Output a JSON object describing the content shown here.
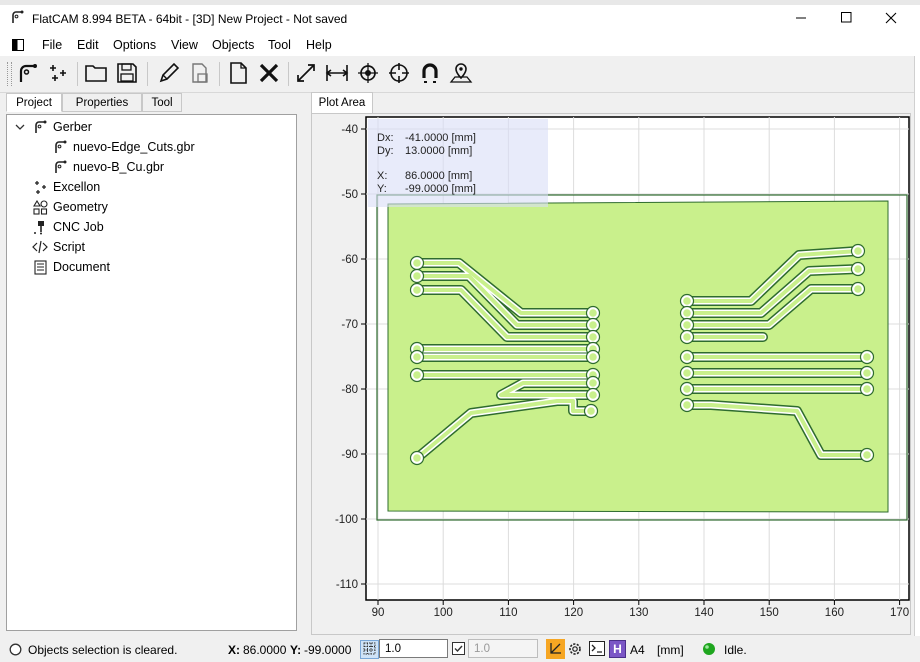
{
  "window": {
    "title": "FlatCAM 8.994 BETA - 64bit - [3D]   New Project - Not saved",
    "minimize_icon": "minimize-icon",
    "maximize_icon": "maximize-icon",
    "close_icon": "close-icon"
  },
  "menu": [
    "File",
    "Edit",
    "Options",
    "View",
    "Objects",
    "Tool",
    "Help"
  ],
  "toolbar": {
    "icons": [
      "gerber-icon",
      "excellon-icon",
      "open-folder-icon",
      "save-icon",
      "edit-pencil-icon",
      "save-copy-icon",
      "new-document-icon",
      "delete-x-icon",
      "zoom-fit-icon",
      "distance-icon",
      "snap-center-icon",
      "origin-icon",
      "magnet-icon",
      "location-pin-icon"
    ]
  },
  "left_panel": {
    "tabs": [
      "Project",
      "Properties",
      "Tool"
    ],
    "active_tab": "Project",
    "tree": {
      "gerber": {
        "label": "Gerber",
        "icon": "gerber-icon"
      },
      "gerber_children": [
        {
          "label": "nuevo-Edge_Cuts.gbr",
          "icon": "gerber-file-icon"
        },
        {
          "label": "nuevo-B_Cu.gbr",
          "icon": "gerber-file-icon"
        }
      ],
      "categories": [
        {
          "label": "Excellon",
          "icon": "excellon-icon"
        },
        {
          "label": "Geometry",
          "icon": "geometry-icon"
        },
        {
          "label": "CNC Job",
          "icon": "cnc-job-icon"
        },
        {
          "label": "Script",
          "icon": "script-icon"
        },
        {
          "label": "Document",
          "icon": "document-icon"
        }
      ]
    }
  },
  "plot": {
    "tab_label": "Plot Area",
    "info": {
      "dx_label": "Dx:",
      "dx_value": "-41.0000 [mm]",
      "dy_label": "Dy:",
      "dy_value": "13.0000 [mm]",
      "x_label": "X:",
      "x_value": "86.0000 [mm]",
      "y_label": "Y:",
      "y_value": "-99.0000 [mm]"
    },
    "x_ticks": [
      "90",
      "100",
      "110",
      "120",
      "130",
      "140",
      "150",
      "160",
      "170"
    ],
    "y_ticks": [
      "-40",
      "-50",
      "-60",
      "-70",
      "-80",
      "-90",
      "-100",
      "-110"
    ],
    "board_fill": "#c9f08c",
    "board_edge": "#2e6b2e"
  },
  "status": {
    "message": "Objects selection is cleared.",
    "x_label": "X:",
    "x_value": "86.0000",
    "y_label": "Y:",
    "y_value": "-99.0000",
    "grid_value": "1.0",
    "grid_value2": "1.0",
    "paper": "A4",
    "units": "[mm]",
    "state": "Idle.",
    "state_color": "#1fa61f"
  }
}
